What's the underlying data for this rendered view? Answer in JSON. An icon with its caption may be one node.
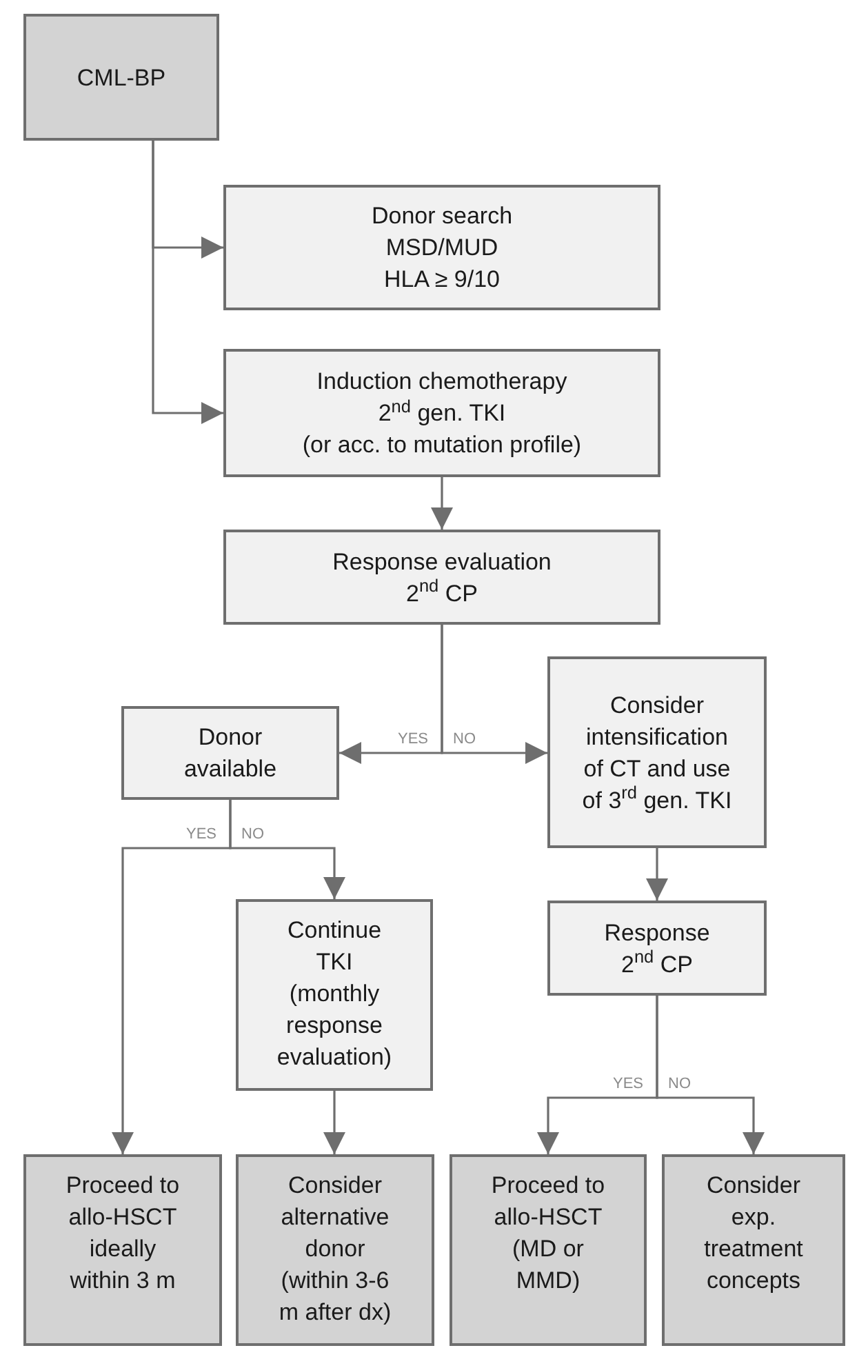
{
  "diagram": {
    "nodes": [
      {
        "text": [
          "CML-BP"
        ]
      },
      {
        "text": [
          "Donor search",
          "MSD/MUD",
          "HLA ≥ 9/10"
        ]
      },
      {
        "text": [
          "Induction chemotherapy",
          "2$^{nd}$ gen. TKI",
          "(or acc. to mutation profile)"
        ]
      },
      {
        "text": [
          "Response evaluation",
          "2$^{nd}$ CP"
        ]
      },
      {
        "text": [
          "Donor available"
        ]
      },
      {
        "text": [
          "Consider intensification of CT and use of 3$^{rd}$ gen. TKI"
        ]
      },
      {
        "text": [
          "Continue TKI (monthly response evaluation)"
        ]
      },
      {
        "text": [
          "Response",
          "2$^{nd}$ CP"
        ]
      },
      {
        "text": [
          "Proceed to allo-HSCT ideally within 3 m"
        ]
      },
      {
        "text": [
          "Consider alternative donor (within 3-6 m after dx)"
        ]
      },
      {
        "text": [
          "Proceed to allo-HSCT (MD or MMD)"
        ]
      },
      {
        "text": [
          "Consider exp. treatment concepts"
        ]
      }
    ],
    "edges": [
      {
        "from": 0,
        "to": 1,
        "arrow": "to"
      },
      {
        "from": 0,
        "to": 2,
        "arrow": "to"
      },
      {
        "from": 2,
        "to": 3,
        "arrow": "to"
      },
      {
        "from": 3,
        "to": 4,
        "arrow": "to",
        "label": "YES"
      },
      {
        "from": 3,
        "to": 5,
        "arrow": "to",
        "label": "NO"
      },
      {
        "from": 4,
        "to": 8,
        "arrow": "to",
        "label": "YES"
      },
      {
        "from": 4,
        "to": 6,
        "arrow": "to",
        "label": "NO"
      },
      {
        "from": 6,
        "to": 9,
        "arrow": "to"
      },
      {
        "from": 5,
        "to": 7,
        "arrow": "to"
      },
      {
        "from": 7,
        "to": 10,
        "arrow": "to",
        "label": "YES"
      },
      {
        "from": 7,
        "to": 11,
        "arrow": "to",
        "label": "NO"
      }
    ]
  }
}
